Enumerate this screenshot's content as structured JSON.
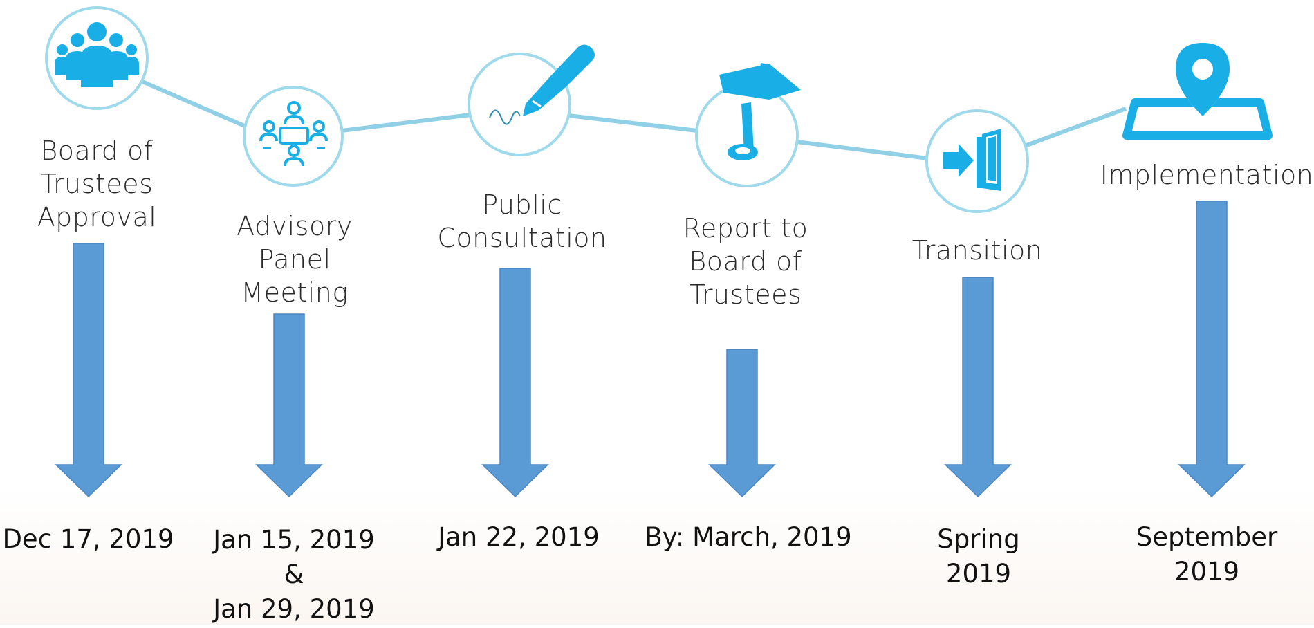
{
  "milestones": [
    {
      "icon": "people-group-icon",
      "label_lines": [
        "Board of",
        "Trustees",
        "Approval"
      ],
      "date_lines": [
        "Dec 17, 2019"
      ]
    },
    {
      "icon": "meeting-table-icon",
      "label_lines": [
        "Advisory",
        "Panel",
        "Meeting"
      ],
      "date_lines": [
        "Jan 15, 2019",
        "&",
        "Jan 29, 2019"
      ]
    },
    {
      "icon": "pen-signature-icon",
      "label_lines": [
        "Public",
        "Consultation"
      ],
      "date_lines": [
        "Jan 22, 2019"
      ]
    },
    {
      "icon": "signpost-icon",
      "label_lines": [
        "Report to",
        "Board of",
        "Trustees"
      ],
      "date_lines": [
        "By: March, 2019"
      ]
    },
    {
      "icon": "door-enter-icon",
      "label_lines": [
        "Transition"
      ],
      "date_lines": [
        "Spring",
        "2019"
      ]
    },
    {
      "icon": "map-pin-icon",
      "label_lines": [
        "Implementation"
      ],
      "date_lines": [
        "September 2019"
      ]
    }
  ],
  "colors": {
    "icon": "#1aaee6",
    "ring": "#9fd9ec",
    "line": "#8fd0e6",
    "arrow": "#5b9bd5",
    "arrow_stroke": "#4a86c2"
  }
}
